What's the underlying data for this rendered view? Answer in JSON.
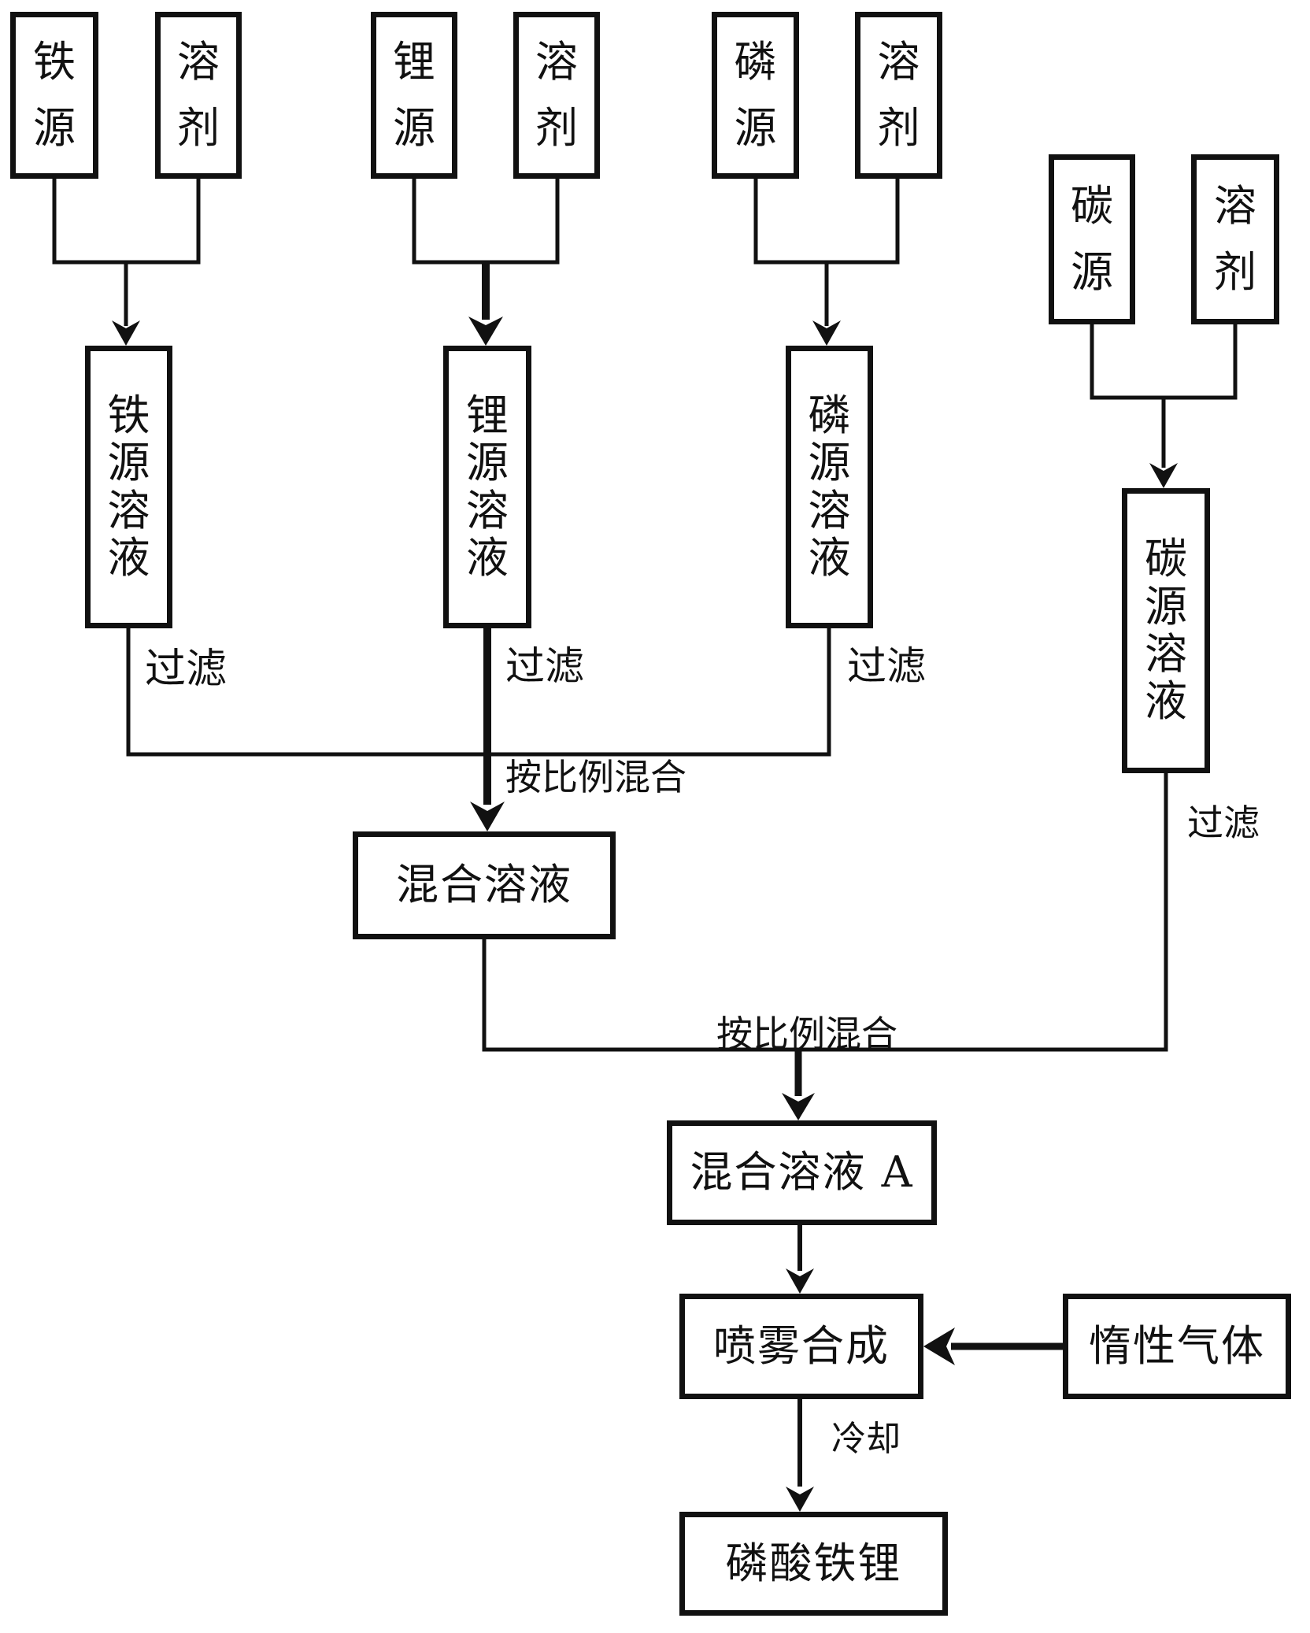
{
  "diagram": {
    "boxes": {
      "iron_source": "铁源",
      "solvent": "溶剂",
      "lithium_source": "锂源",
      "phosphorus_source": "磷源",
      "carbon_source": "碳源",
      "iron_solution": "铁源溶液",
      "lithium_solution": "锂源溶液",
      "phosphorus_solution": "磷源溶液",
      "carbon_solution": "碳源溶液",
      "mixed_solution": "混合溶液",
      "mixed_solution_a": "混合溶液 A",
      "spray_synthesis": "喷雾合成",
      "inert_gas": "惰性气体",
      "lithium_iron_phosphate": "磷酸铁锂"
    },
    "edge_labels": {
      "filter": "过滤",
      "mix_in_proportion": "按比例混合",
      "cooling": "冷却"
    },
    "colors": {
      "line": "#111111",
      "background": "#ffffff"
    }
  }
}
